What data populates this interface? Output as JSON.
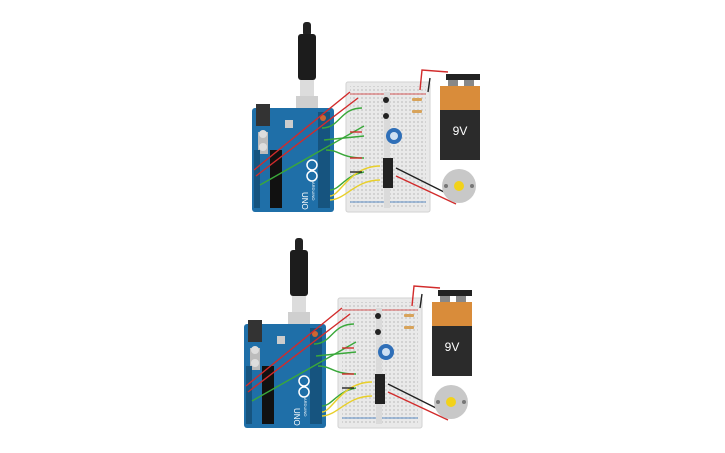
{
  "circuits": [
    {
      "board": {
        "model_label": "UNO",
        "brand_label": "ARDUINO"
      },
      "battery": {
        "label": "9V"
      }
    },
    {
      "board": {
        "model_label": "UNO",
        "brand_label": "ARDUINO"
      },
      "battery": {
        "label": "9V"
      }
    }
  ],
  "colors": {
    "board": "#1f6fa8",
    "board_dark": "#16547f",
    "breadboard": "#e9e9e9",
    "battery_top": "#d98c3a",
    "battery_body": "#2b2b2b",
    "wire_red": "#d22b2b",
    "wire_green": "#3aa83a",
    "wire_yellow": "#e8cf2a",
    "wire_black": "#222222",
    "pot": "#2f6fb8",
    "motor": "#c8c8c8",
    "motor_center": "#f2d21a"
  }
}
